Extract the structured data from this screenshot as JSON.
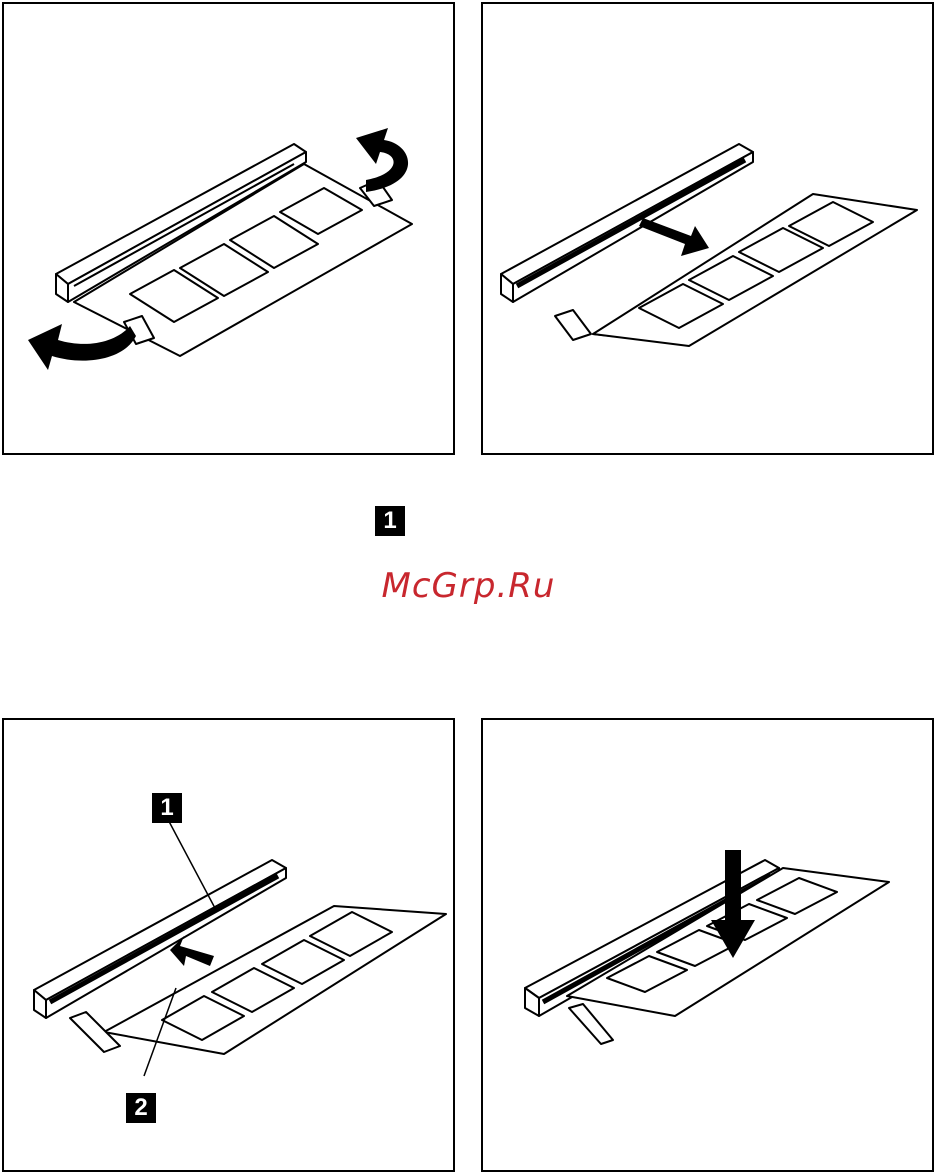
{
  "callouts": {
    "center_marker": "1",
    "bottom_left_marker_1": "1",
    "bottom_left_marker_2": "2"
  },
  "watermark": {
    "text": "McGrp.Ru",
    "color": "#c8272e"
  },
  "icons": [
    "curved-arrow-icon",
    "straight-arrow-icon",
    "down-arrow-icon"
  ]
}
